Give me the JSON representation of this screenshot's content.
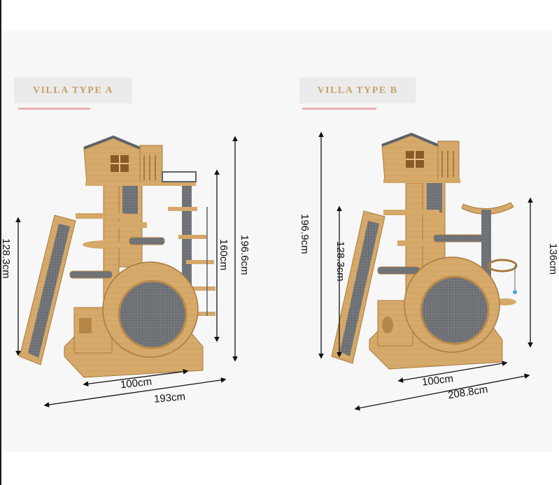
{
  "variants": [
    {
      "label": "VILLA TYPE A",
      "dimensions": {
        "left_height": "128.3cm",
        "mid_height": "160cm",
        "total_height": "196.6cm",
        "depth": "100cm",
        "width": "193cm"
      }
    },
    {
      "label": "VILLA TYPE B",
      "dimensions": {
        "total_height": "196.9cm",
        "mid_height": "128.3cm",
        "right_height": "136cm",
        "depth": "100cm",
        "width": "208.8cm"
      }
    }
  ],
  "colors": {
    "wood": "#d6aa6a",
    "wood_dark": "#b98a4c",
    "carpet": "#6f7378",
    "label_text": "#c6a06b",
    "accent_line": "#eab1b4"
  }
}
